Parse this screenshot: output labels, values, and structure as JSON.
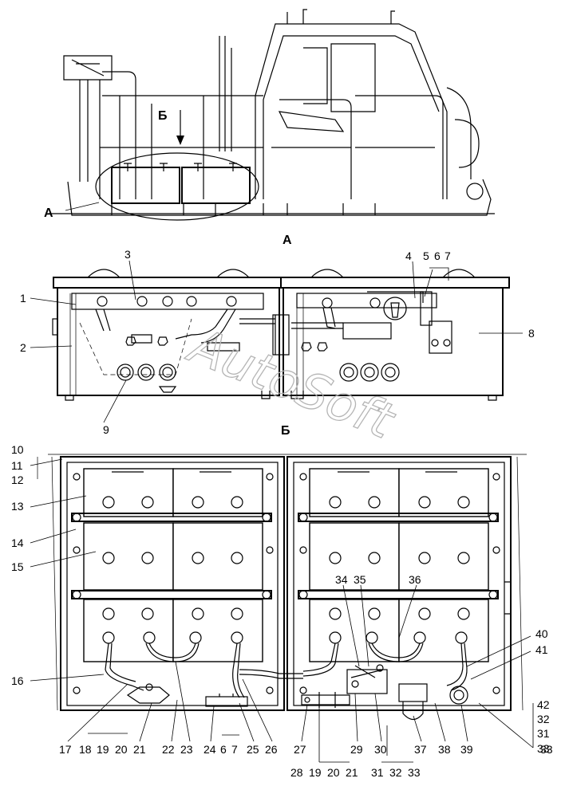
{
  "view_labels": {
    "arrow_view": "Б",
    "section_a_marker": "А",
    "view_a_title": "А",
    "view_b_title": "Б"
  },
  "watermark": "AutoSoft",
  "callouts_view_a": [
    "1",
    "2",
    "3",
    "4",
    "5",
    "6",
    "7",
    "8",
    "9"
  ],
  "callouts_view_b_left": [
    "10",
    "11",
    "12",
    "13",
    "14",
    "15",
    "16"
  ],
  "callouts_view_b_right": [
    "34",
    "35",
    "36",
    "40",
    "41",
    "42",
    "32",
    "31",
    "33"
  ],
  "callouts_bottom_row1": [
    "17",
    "18",
    "19",
    "20",
    "21",
    "22",
    "23",
    "24",
    "6",
    "7",
    "25",
    "26",
    "27",
    "29",
    "30",
    "37",
    "38",
    "39",
    "33"
  ],
  "callouts_bottom_row2": [
    "28",
    "19",
    "20",
    "21",
    "31",
    "32",
    "33"
  ],
  "colors": {
    "line": "#000000",
    "watermark": "#b5b5b5",
    "background": "#ffffff"
  }
}
